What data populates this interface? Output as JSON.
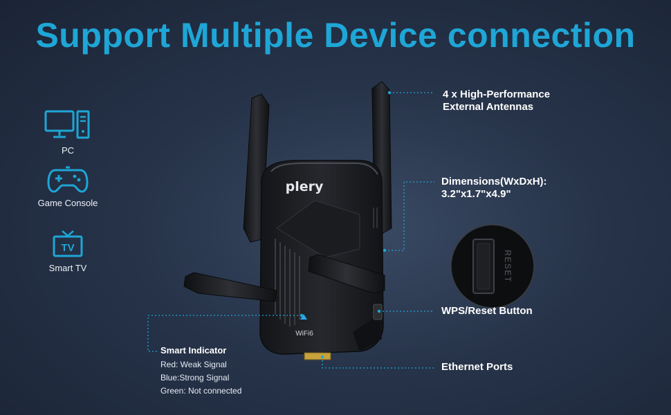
{
  "title": "Support Multiple Device connection",
  "colors": {
    "accent": "#1ea6d6",
    "background": "#263349",
    "text": "#ffffff",
    "device": "#1c1d20"
  },
  "devices": [
    {
      "label": "PC",
      "icon": "pc-icon"
    },
    {
      "label": "Game Console",
      "icon": "gamepad-icon"
    },
    {
      "label": "Smart TV",
      "icon": "tv-icon"
    }
  ],
  "callouts": {
    "antennas": {
      "line1": "4 x High-Performance",
      "line2": "External Antennas"
    },
    "dimensions": {
      "line1": "Dimensions(WxDxH):",
      "line2": "3.2\"x1.7\"x4.9\""
    },
    "wps": "WPS/Reset Button",
    "ethernet": "Ethernet Ports"
  },
  "indicator": {
    "heading": "Smart Indicator",
    "lines": [
      "Red: Weak Signal",
      "Blue:Strong Signal",
      "Green: Not connected"
    ]
  },
  "product": {
    "brand": "plery",
    "badge": "WiFi6",
    "button_label": "RESET"
  }
}
